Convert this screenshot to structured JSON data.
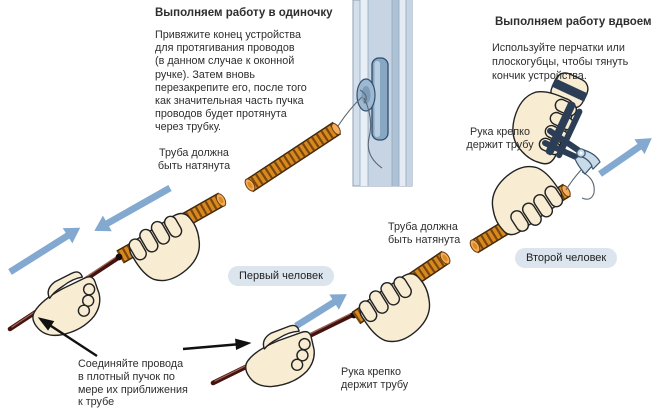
{
  "solo": {
    "title": "Выполняем работу в одиночку",
    "body": "Привяжите конец устройства\nдля протягивания проводов\n(в данном случае к оконной\nручке). Затем вновь\nперезакрепите его, после того\nкак значительная часть пучка\nпроводов будет протянута\nчерез трубку."
  },
  "duo": {
    "title": "Выполняем работу вдвоем",
    "body": "Используйте перчатки или\nплоскогубцы, чтобы тянуть\nкончик устройства."
  },
  "labels": {
    "tube_taut_left": "Труба должна\nбыть натянута",
    "tube_taut_middle": "Труба должна\nбыть натянута",
    "grip_right": "Рука крепко\nдержит трубу",
    "grip_middle": "Рука крепко\nдержит трубу",
    "bundle_note": "Соединяйте провода\nв плотный пучок по\nмере их приближения\nк трубе"
  },
  "badges": {
    "first_person": "Первый человек",
    "second_person": "Второй человек"
  },
  "colors": {
    "arrow_blue": "#84a9d0",
    "tube_orange": "#d8891e",
    "tube_rib": "#7a4710",
    "wire_maroon": "#451212",
    "hand_skin": "#f8edd3",
    "glove_navy": "#2c3e56",
    "badge_bg": "#dce5ee",
    "text": "#2e2e2e"
  }
}
